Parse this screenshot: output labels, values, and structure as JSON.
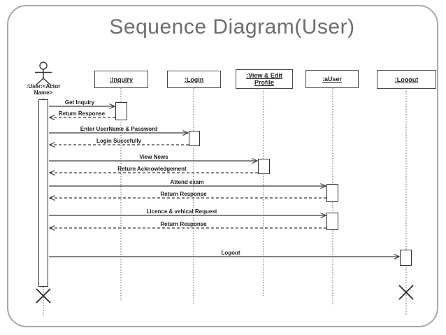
{
  "slide": {
    "title": "Sequence Diagram(User)"
  },
  "actor": {
    "name_line1": ":User:<Actor",
    "name_line2": "Name>"
  },
  "objects": [
    ":Inquiry",
    ":Login",
    ":View & Edit Profile",
    ":aUser",
    ":Logout"
  ],
  "messages": [
    {
      "label": "Get Inquiry",
      "from": "User",
      "to": "Inquiry",
      "style": "solid"
    },
    {
      "label": "Return Response",
      "from": "Inquiry",
      "to": "User",
      "style": "dashed"
    },
    {
      "label": "Enter UserName & Password",
      "from": "User",
      "to": "Login",
      "style": "solid"
    },
    {
      "label": "Login Succefully",
      "from": "Login",
      "to": "User",
      "style": "dashed"
    },
    {
      "label": "View News",
      "from": "User",
      "to": "View & Edit Profile",
      "style": "solid"
    },
    {
      "label": "Return Acknowledgement",
      "from": "View & Edit Profile",
      "to": "User",
      "style": "dashed"
    },
    {
      "label": "Attend exam",
      "from": "User",
      "to": "aUser",
      "style": "solid"
    },
    {
      "label": "Return Response",
      "from": "aUser",
      "to": "User",
      "style": "dashed"
    },
    {
      "label": "Licence & vehical Request",
      "from": "User",
      "to": "aUser",
      "style": "solid"
    },
    {
      "label": "Return Response",
      "from": "aUser",
      "to": "User",
      "style": "dashed"
    },
    {
      "label": "Logout",
      "from": "User",
      "to": "Logout",
      "style": "solid"
    }
  ],
  "colors": {
    "line": "#3a3a3a",
    "title_text": "#6e6e6e",
    "slide_border": "#a8a8a8"
  }
}
